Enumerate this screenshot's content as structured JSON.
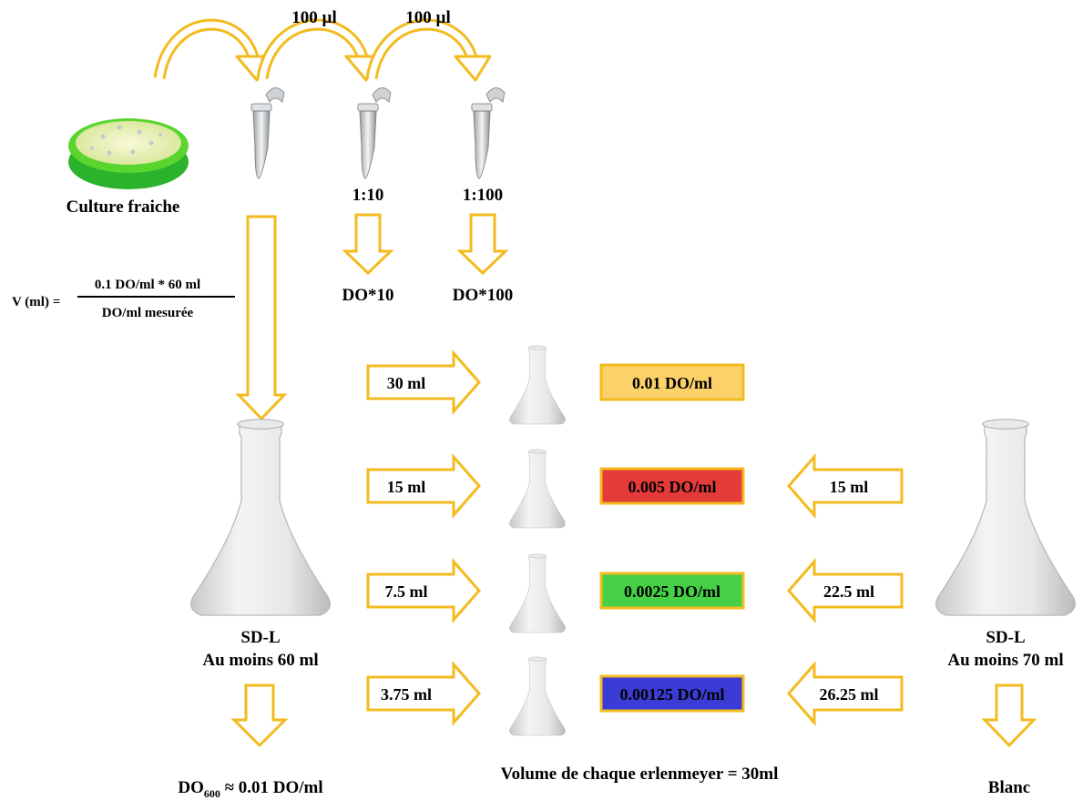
{
  "plate": {
    "label": "Culture fraiche"
  },
  "transfers": {
    "first": "100 µl",
    "second": "100 µl"
  },
  "dilutions": [
    {
      "ratio": "1:10",
      "result": "DO*10"
    },
    {
      "ratio": "1:100",
      "result": "DO*100"
    }
  ],
  "formula": {
    "lhs": "V (ml) =",
    "numerator": "0.1 DO/ml * 60 ml",
    "denominator": "DO/ml mesurée"
  },
  "stock_flask": {
    "line1": "SD-L",
    "line2": "Au moins 60 ml"
  },
  "od_result": {
    "prefix": "DO",
    "subscript": "600",
    "suffix": " ≈ 0.01 DO/ml"
  },
  "blank_flask": {
    "line1": "SD-L",
    "line2": "Au moins 70 ml"
  },
  "blank_label": "Blanc",
  "rows": [
    {
      "culture_volume": "30 ml",
      "concentration": "0.01 DO/ml",
      "color": "#fbd16a",
      "medium_volume": ""
    },
    {
      "culture_volume": "15 ml",
      "concentration": "0.005 DO/ml",
      "color": "#e53a3a",
      "medium_volume": "15 ml"
    },
    {
      "culture_volume": "7.5 ml",
      "concentration": "0.0025 DO/ml",
      "color": "#46d046",
      "medium_volume": "22.5 ml"
    },
    {
      "culture_volume": "3.75 ml",
      "concentration": "0.00125 DO/ml",
      "color": "#3b3bd6",
      "medium_volume": "26.25 ml"
    }
  ],
  "footer": "Volume de chaque erlenmeyer = 30ml",
  "colors": {
    "arrow_stroke": "#f3bb1f",
    "label_border": "#f3bb1f"
  }
}
